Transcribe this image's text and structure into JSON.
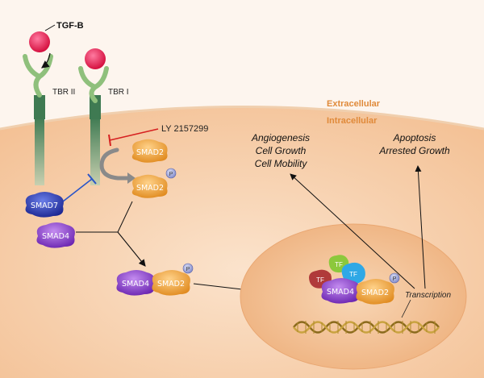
{
  "ligand": {
    "label": "TGF-B"
  },
  "receptors": {
    "type2": "TBR II",
    "type1": "TBR I"
  },
  "regions": {
    "extracellular": "Extracellular",
    "intracellular": "Intracellular"
  },
  "inhibitor": {
    "label": "LY 2157299"
  },
  "proteins": {
    "smad2_top": "SMAD2",
    "smad2_phos": "SMAD2",
    "smad7": "SMAD7",
    "smad4": "SMAD4",
    "complex_smad4": "SMAD4",
    "complex_smad2": "SMAD2",
    "nuclear_smad4": "SMAD4",
    "nuclear_smad2": "SMAD2",
    "tf1": "TF",
    "tf2": "TF",
    "tf3": "TF"
  },
  "phospho_mark": "P",
  "transcription": "Transcription",
  "outcomes": {
    "left": [
      "Angiogenesis",
      "Cell Growth",
      "Cell Mobility"
    ],
    "right": [
      "Apoptosis",
      "Arrested Growth"
    ]
  },
  "colors": {
    "background_top": "#fdf6f0",
    "cytoplasm": "#f7c9a0",
    "nucleus": "#f2b987",
    "membrane_text": "#e08a3a",
    "ligand": "#e5174f",
    "receptor": "#8fc07c",
    "receptor_stem": "#4c7a58",
    "smad2": "#f0a03a",
    "smad7": "#2b3cb0",
    "smad4": "#8a3cc8",
    "tf_green": "#8cc83c",
    "tf_blue": "#2fa8e6",
    "tf_red": "#b03a3a",
    "inhibitor_line": "#d62020",
    "smad7_line": "#2a55c8"
  }
}
